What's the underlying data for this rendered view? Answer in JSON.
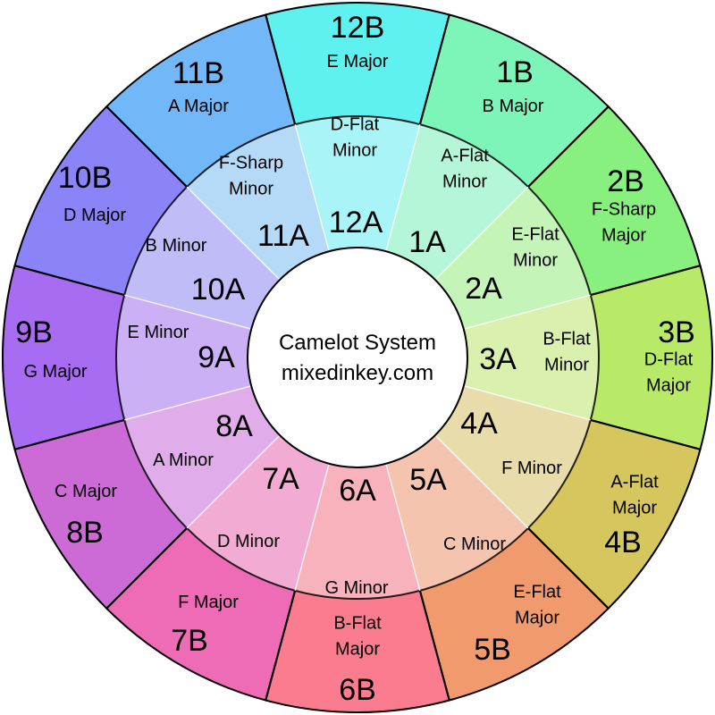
{
  "center": {
    "title": "Camelot System",
    "subtitle": "mixedinkey.com"
  },
  "outer": [
    {
      "code": "12B",
      "key": [
        "E Major"
      ],
      "color": "#5ff0f0"
    },
    {
      "code": "1B",
      "key": [
        "B Major"
      ],
      "color": "#7df5b8"
    },
    {
      "code": "2B",
      "key": [
        "F-Sharp",
        "Major"
      ],
      "color": "#88f07e"
    },
    {
      "code": "3B",
      "key": [
        "D-Flat",
        "Major"
      ],
      "color": "#b8ea68"
    },
    {
      "code": "4B",
      "key": [
        "A-Flat",
        "Major"
      ],
      "color": "#d6c65e"
    },
    {
      "code": "5B",
      "key": [
        "E-Flat",
        "Major"
      ],
      "color": "#f09a6e"
    },
    {
      "code": "6B",
      "key": [
        "B-Flat",
        "Major"
      ],
      "color": "#fa7c8e"
    },
    {
      "code": "7B",
      "key": [
        "F Major"
      ],
      "color": "#ee6cb6"
    },
    {
      "code": "8B",
      "key": [
        "C Major"
      ],
      "color": "#cc6ad6"
    },
    {
      "code": "9B",
      "key": [
        "G Major"
      ],
      "color": "#a86cf2"
    },
    {
      "code": "10B",
      "key": [
        "D Major"
      ],
      "color": "#8a84f8"
    },
    {
      "code": "11B",
      "key": [
        "A Major"
      ],
      "color": "#72b8f8"
    }
  ],
  "inner": [
    {
      "code": "12A",
      "key": [
        "D-Flat",
        "Minor"
      ],
      "color": "#a8f4f6"
    },
    {
      "code": "1A",
      "key": [
        "A-Flat",
        "Minor"
      ],
      "color": "#b6f6d8"
    },
    {
      "code": "2A",
      "key": [
        "E-Flat",
        "Minor"
      ],
      "color": "#c4f4b8"
    },
    {
      "code": "3A",
      "key": [
        "B-Flat",
        "Minor"
      ],
      "color": "#daf0ae"
    },
    {
      "code": "4A",
      "key": [
        "F Minor"
      ],
      "color": "#e8dcaa"
    },
    {
      "code": "5A",
      "key": [
        "C Minor"
      ],
      "color": "#f4c4ae"
    },
    {
      "code": "6A",
      "key": [
        "G Minor"
      ],
      "color": "#f8b2bc"
    },
    {
      "code": "7A",
      "key": [
        "D Minor"
      ],
      "color": "#f2acd4"
    },
    {
      "code": "8A",
      "key": [
        "A Minor"
      ],
      "color": "#e0acea"
    },
    {
      "code": "9A",
      "key": [
        "E Minor"
      ],
      "color": "#ccb0f6"
    },
    {
      "code": "10A",
      "key": [
        "B Minor"
      ],
      "color": "#c0bcf8"
    },
    {
      "code": "11A",
      "key": [
        "F-Sharp",
        "Minor"
      ],
      "color": "#b4daf8"
    }
  ]
}
